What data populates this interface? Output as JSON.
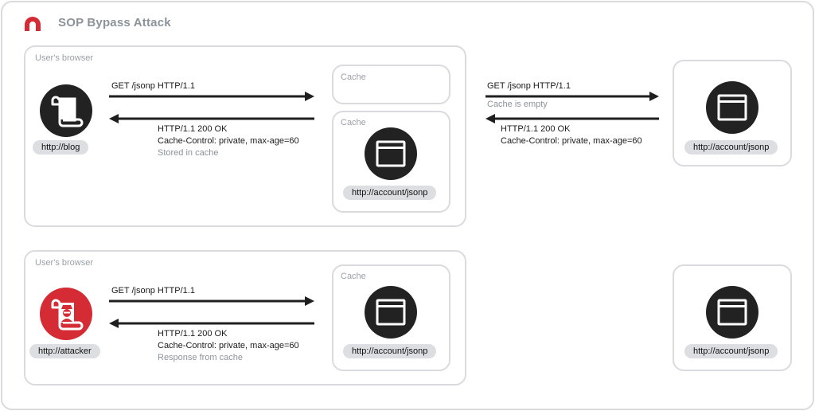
{
  "title": "SOP Bypass Attack",
  "colors": {
    "accent": "#d52b34",
    "dark": "#222222",
    "muted": "#8c9399",
    "border": "#d9dbde",
    "pill": "#dcdee1"
  },
  "top": {
    "browser_label": "User's browser",
    "client": {
      "icon": "scroll-icon",
      "label": "http://blog"
    },
    "request": "GET /jsonp HTTP/1.1",
    "response": {
      "status": "HTTP/1.1 200 OK",
      "header": "Cache-Control: private, max-age=60",
      "note": "Stored in cache"
    },
    "empty_cache_label": "Cache",
    "cache": {
      "label": "Cache",
      "icon": "browser-window-icon",
      "resource": "http://account/jsonp"
    },
    "server_request": "GET /jsonp HTTP/1.1",
    "server_note": "Cache is empty",
    "server_response": {
      "status": "HTTP/1.1 200 OK",
      "header": "Cache-Control: private, max-age=60"
    },
    "server": {
      "icon": "browser-window-icon",
      "label": "http://account/jsonp"
    }
  },
  "bottom": {
    "browser_label": "User's browser",
    "client": {
      "icon": "hacker-scroll-icon",
      "label": "http://attacker"
    },
    "request": "GET /jsonp HTTP/1.1",
    "response": {
      "status": "HTTP/1.1 200 OK",
      "header": "Cache-Control: private, max-age=60",
      "note": "Response from cache"
    },
    "cache": {
      "label": "Cache",
      "icon": "browser-window-icon",
      "resource": "http://account/jsonp"
    },
    "server": {
      "icon": "browser-window-icon",
      "label": "http://account/jsonp"
    }
  }
}
